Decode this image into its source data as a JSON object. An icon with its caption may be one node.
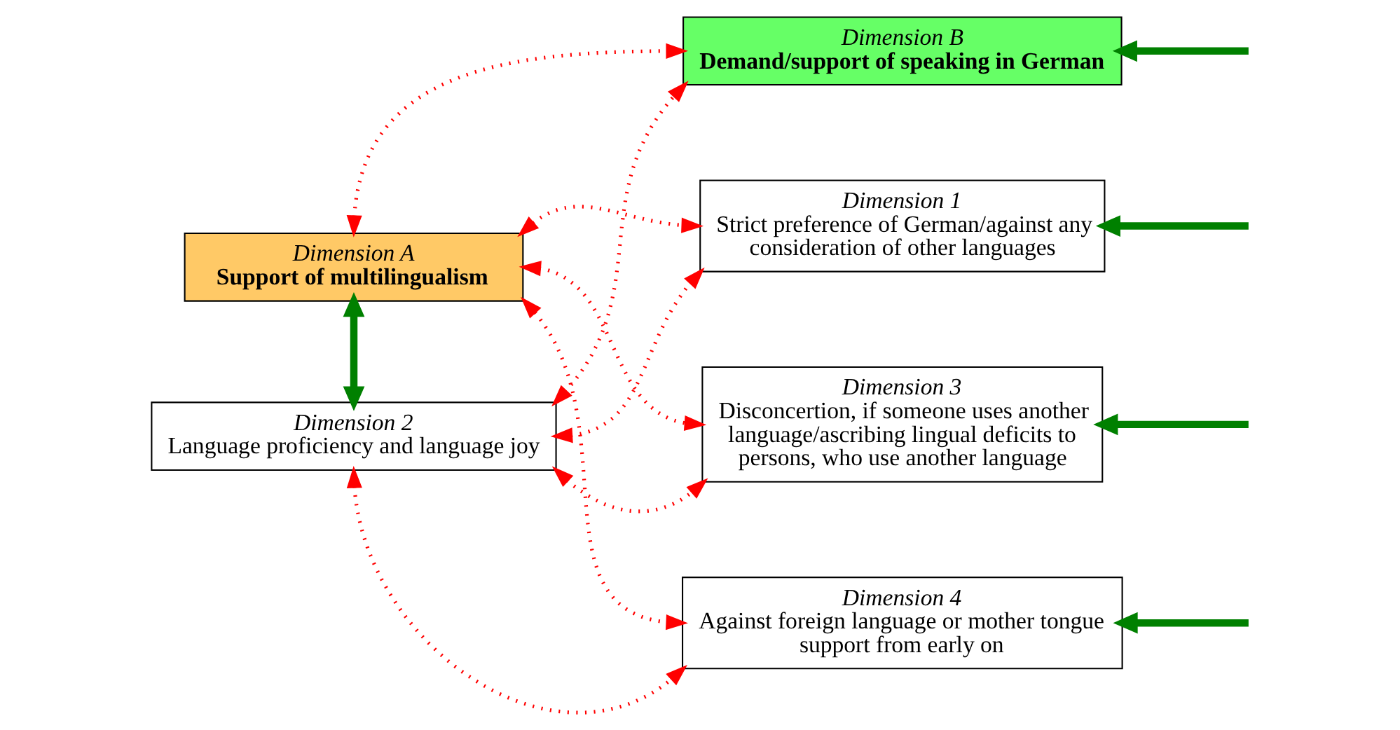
{
  "diagram": {
    "nodes": [
      {
        "text": [
          "Dimension A",
          "Support of multilingualism"
        ]
      },
      {
        "text": [
          "Dimension 2",
          "Language proficiency and language joy"
        ]
      },
      {
        "text": [
          "Dimension B",
          "Demand/support of speaking in German"
        ]
      },
      {
        "text": [
          "Dimension 1",
          "Strict preference of German/against any consideration of other languages"
        ]
      },
      {
        "text": [
          "Dimension 3",
          "Disconcertion, if someone uses another language/ascribing lingual deficits to persons, who use another language"
        ]
      },
      {
        "text": [
          "Dimension 4",
          "Against foreign language or mother tongue support from early on"
        ]
      }
    ],
    "edges": [
      {
        "from": 0,
        "to": 1,
        "arrow": "both",
        "style": "thick",
        "color": "#008000"
      },
      {
        "from": 0,
        "to": 2,
        "arrow": "both",
        "style": "dashed"
      },
      {
        "from": 0,
        "to": 3,
        "arrow": "both",
        "style": "dashed"
      },
      {
        "from": 0,
        "to": 4,
        "arrow": "both",
        "style": "dashed"
      },
      {
        "from": 0,
        "to": 5,
        "arrow": "both",
        "style": "dashed"
      },
      {
        "from": 1,
        "to": 2,
        "arrow": "both",
        "style": "dashed"
      },
      {
        "from": 1,
        "to": 3,
        "arrow": "both",
        "style": "dashed"
      },
      {
        "from": 1,
        "to": 4,
        "arrow": "both",
        "style": "dashed"
      },
      {
        "from": 1,
        "to": 5,
        "arrow": "both",
        "style": "dashed"
      },
      {
        "from": null,
        "to": 2,
        "arrow": "to",
        "style": "thick",
        "color": "#008000"
      },
      {
        "from": null,
        "to": 3,
        "arrow": "to",
        "style": "thick",
        "color": "#008000"
      },
      {
        "from": null,
        "to": 4,
        "arrow": "to",
        "style": "thick",
        "color": "#008000"
      },
      {
        "from": null,
        "to": 5,
        "arrow": "to",
        "style": "thick",
        "color": "#008000"
      }
    ]
  }
}
